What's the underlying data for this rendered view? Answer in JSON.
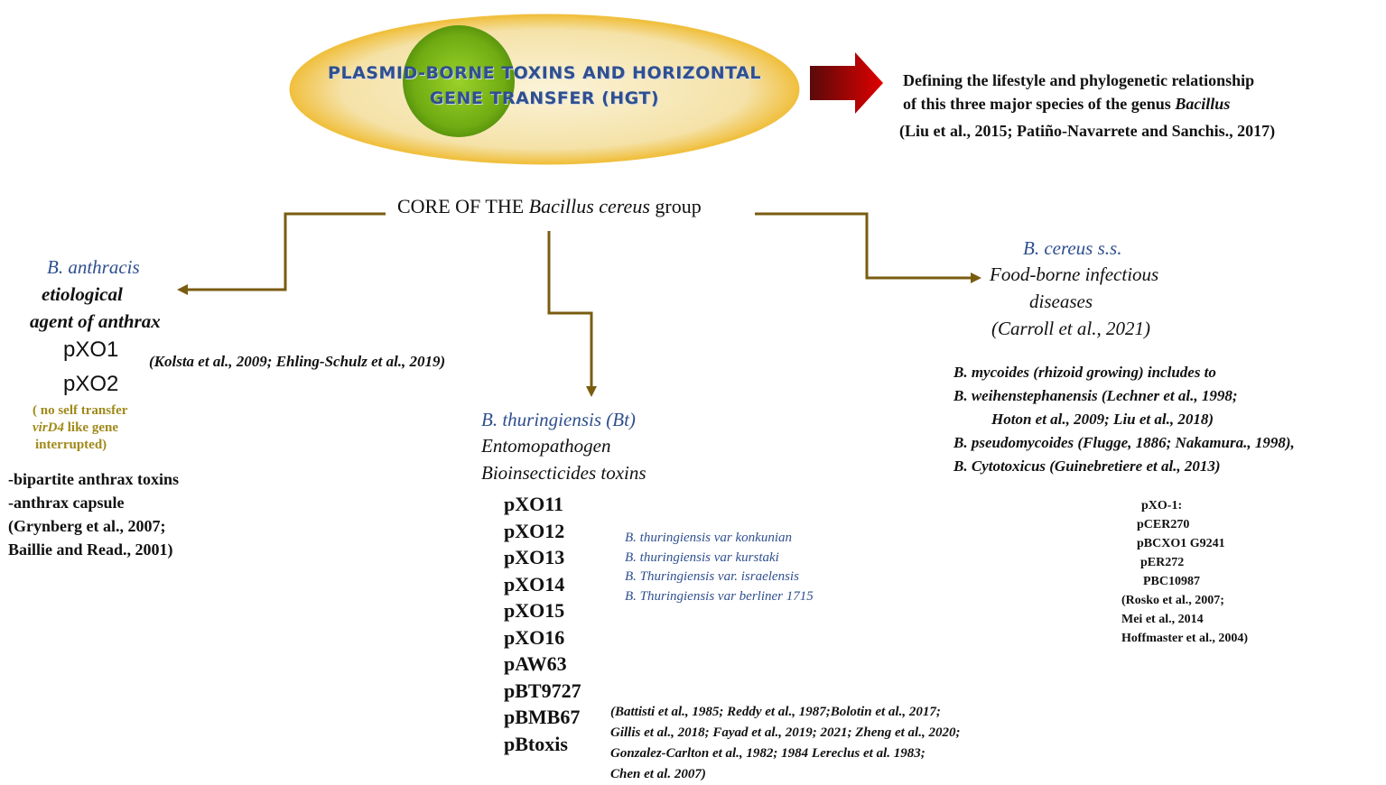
{
  "header": {
    "title_line1": "PLASMID-BORNE TOXINS AND HORIZONTAL",
    "title_line2": "GENE TRANSFER (HGT)",
    "note_line1": "Defining the lifestyle and phylogenetic relationship",
    "note_line2_prefix": "of this three major  species of the genus ",
    "note_line2_genus": "Bacillus",
    "note_refs": "(Liu et al., 2015; Patiño-Navarrete  and Sanchis., 2017)"
  },
  "core": {
    "prefix": "CORE OF THE ",
    "species": "Bacillus cereus",
    "suffix": " group"
  },
  "anthracis": {
    "name": "B. anthracis",
    "desc_line1": "etiological",
    "desc_line2": "agent of anthrax",
    "plasmid1": "pXO1",
    "plasmid2": "pXO2",
    "refs": "(Kolsta et al., 2009;  Ehling-Schulz et al., 2019)",
    "note_line1": "( no self transfer",
    "note_line2_gene": "virD4",
    "note_line2_rest": " like gene",
    "note_line3": "interrupted)",
    "features": [
      "-bipartite  anthrax  toxins",
      "-anthrax  capsule",
      "(Grynberg  et al., 2007;",
      "Baillie and Read., 2001)"
    ]
  },
  "thuringiensis": {
    "name": "B. thuringiensis (Bt)",
    "desc_line1": "Entomopathogen",
    "desc_line2": "Bioinsecticides toxins",
    "plasmids": [
      "pXO11",
      "pXO12",
      "pXO13",
      "pXO14",
      "pXO15",
      "pXO16",
      "pAW63",
      "pBT9727",
      "pBMB67",
      "pBtoxis"
    ],
    "varieties": [
      "B. thuringiensis  var  konkunian",
      "B. thuringiensis var kurstaki",
      "B. Thuringiensis  var. israelensis",
      "B. Thuringiensis var berliner 1715"
    ],
    "refs": [
      "(Battisti et al., 1985; Reddy et al., 1987;Bolotin et al., 2017;",
      "Gillis et al., 2018;  Fayad et al., 2019; 2021; Zheng et al., 2020;",
      " Gonzalez-Carlton et al., 1982; 1984 Lereclus et al. 1983;",
      "Chen et al. 2007)"
    ]
  },
  "cereus": {
    "name": "B. cereus s.s.",
    "desc_line1": "Food-borne infectious",
    "desc_line2": "diseases",
    "desc_refs": "(Carroll et al., 2021)",
    "related": [
      "B. mycoides (rhizoid growing) includes to",
      "B. weihenstephanensis (Lechner et al., 1998;",
      "Hoton et al., 2009; Liu et al., 2018)",
      "B. pseudomycoides (Flugge, 1886; Nakamura., 1998),",
      "B. Cytotoxicus (Guinebretiere et al., 2013)"
    ],
    "plasmids": [
      "pXO-1:",
      "pCER270",
      "pBCXO1  G9241",
      "pER272",
      "PBC10987",
      "(Rosko et al., 2007;",
      "Mei et al., 2014",
      "Hoffmaster  et al., 2004)"
    ]
  },
  "colors": {
    "arrow_brown": "#7a5c10",
    "title_blue": "#2f4f8f",
    "oval_fill": "#f6e7b8",
    "oval_edge": "#f0c040",
    "circle_green": "#7ab317",
    "red_arrow": "#b30000"
  }
}
